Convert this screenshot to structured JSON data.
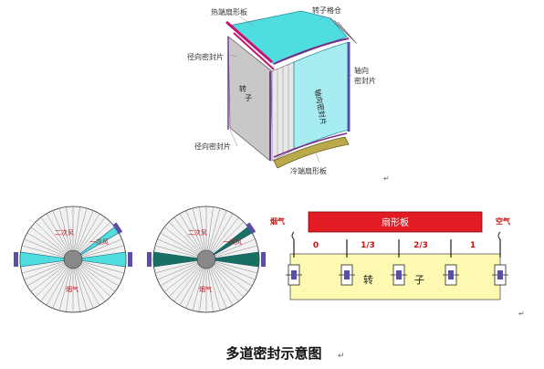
{
  "top": {
    "labels": {
      "hot_sector": "热端扇形板",
      "rotor_grid": "转子格仓",
      "radial_seal_top": "径向密封片",
      "axial_seal": "轴向密封片",
      "rotor": "转子",
      "axial_seal_inner": "轴向密封片",
      "radial_seal_bottom": "径向密封片",
      "cold_sector": "冷端扇形板"
    }
  },
  "circles": {
    "primary_air": "一次风",
    "secondary_air": "二次风",
    "flue_gas": "烟气"
  },
  "strip": {
    "flue_gas": "烟气",
    "sector_plate": "扇形板",
    "air": "空气",
    "marks": [
      "0",
      "1/3",
      "2/3",
      "1"
    ],
    "rotor_chars": [
      "转",
      "子"
    ]
  },
  "caption": "多道密封示意图",
  "colors": {
    "cyan": "#4fdde0",
    "teal": "#1a6f63",
    "red": "#e31b23",
    "yellow": "#fdf9b0",
    "magenta": "#c4156e",
    "purple": "#5a4fa6"
  }
}
